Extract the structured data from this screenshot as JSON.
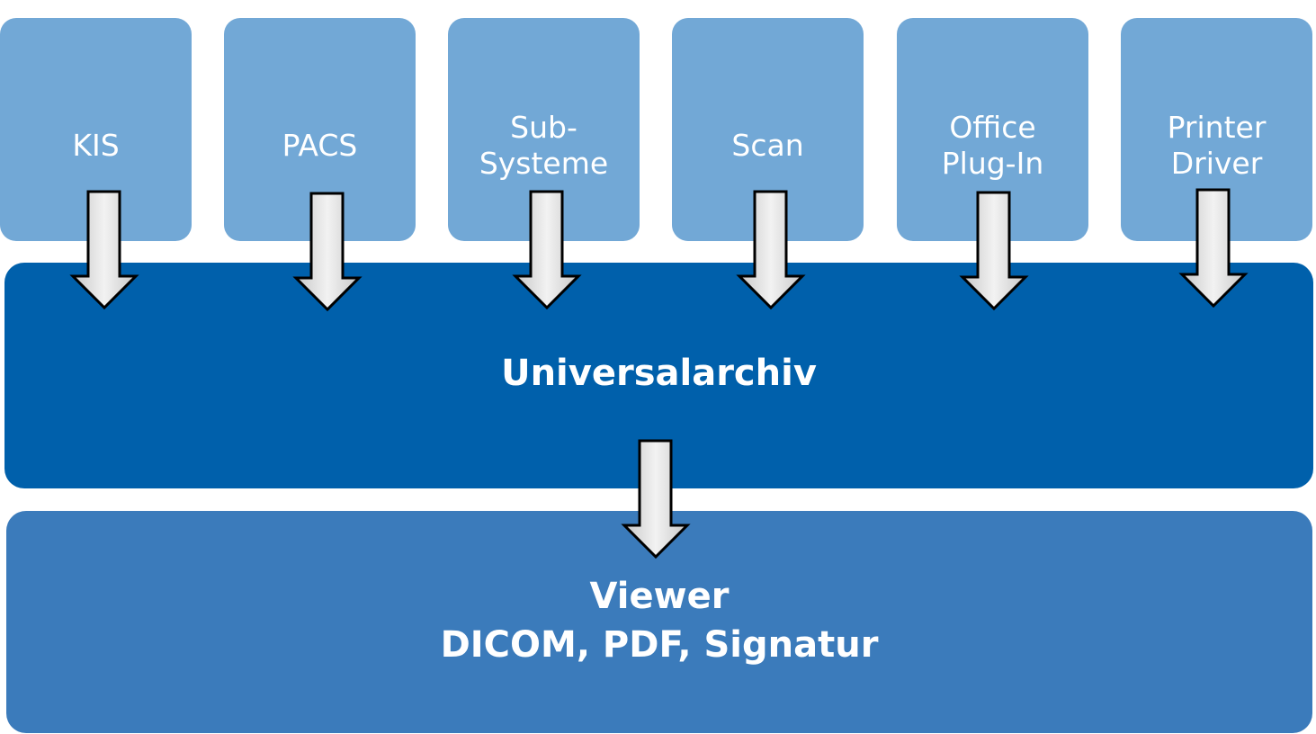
{
  "sources": [
    {
      "id": "kis",
      "lines": [
        "KIS"
      ]
    },
    {
      "id": "pacs",
      "lines": [
        "PACS"
      ]
    },
    {
      "id": "subsysteme",
      "lines": [
        "Sub-",
        "Systeme"
      ]
    },
    {
      "id": "scan",
      "lines": [
        "Scan"
      ]
    },
    {
      "id": "office",
      "lines": [
        "Office",
        "Plug-In"
      ]
    },
    {
      "id": "printer",
      "lines": [
        "Printer",
        "Driver"
      ]
    }
  ],
  "archive": {
    "label": "Universalarchiv"
  },
  "viewer": {
    "title": "Viewer",
    "subtitle": "DICOM, PDF, Signatur"
  },
  "colors": {
    "source_box": "#72a8d6",
    "archive_box": "#0060ab",
    "viewer_box": "#3b7bbb",
    "arrow_fill": "#dedede",
    "arrow_stroke": "#000000",
    "text": "#ffffff"
  }
}
